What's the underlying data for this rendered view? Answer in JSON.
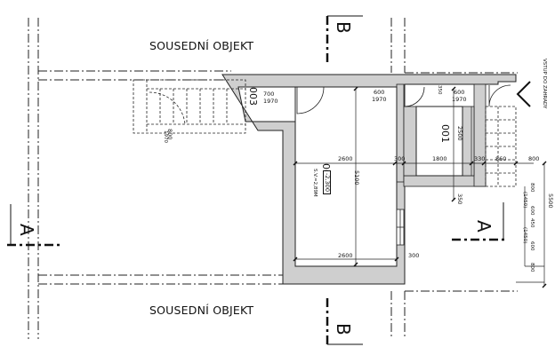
{
  "labels": {
    "neighbor_top": "SOUSEDNÍ OBJEKT",
    "neighbor_bottom": "SOUSEDNÍ OBJEKT",
    "entrance": "VSTUP DO ZAHRADY"
  },
  "sections": {
    "b_top": "B",
    "b_bottom": "B",
    "a_left": "A",
    "a_right": "A"
  },
  "rooms": {
    "r003": "003",
    "r002": "002",
    "r001": "001",
    "level": "-2,300",
    "sv": "S.V.=2,89M"
  },
  "dims": {
    "door_003_w": "700",
    "door_003_h": "1970",
    "stair_a": "800",
    "stair_b": "1970",
    "door_002_w": "600",
    "door_002_h": "1970",
    "gap_350": "350",
    "door_001_w": "600",
    "door_001_h": "1970",
    "h_2600_top": "2600",
    "h_300_a": "300",
    "h_1800": "1800",
    "h_330": "330",
    "h_860": "860",
    "h_800": "800",
    "v_5100": "5100",
    "v_2500": "2500",
    "v_350": "350",
    "v_5500": "5500",
    "h_2600_bottom": "2600",
    "h_300_b": "300",
    "side_800": "800",
    "side_1450": "(1450)",
    "side_600a": "600",
    "side_450": "450",
    "side_1450b": "(1450)",
    "side_600b": "600",
    "side_800b": "800"
  }
}
